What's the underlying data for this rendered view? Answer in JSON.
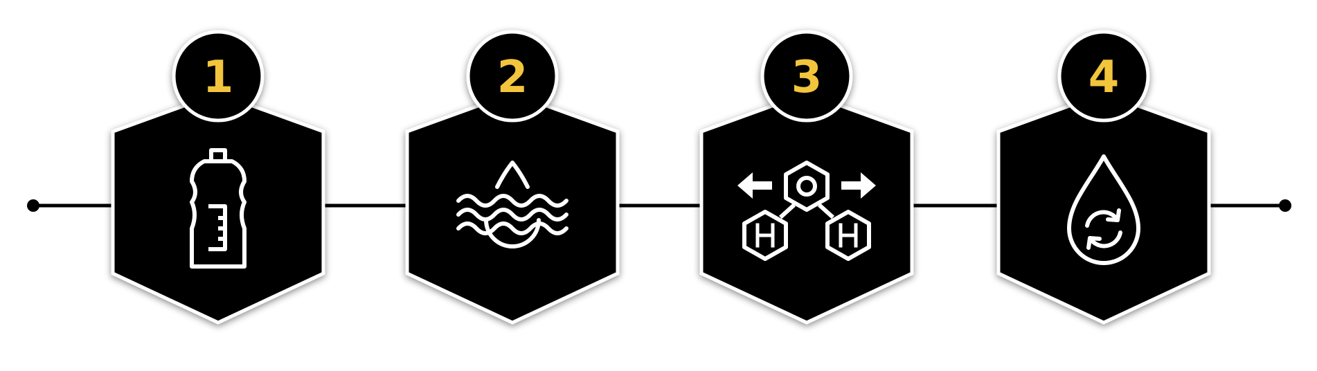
{
  "colors": {
    "background": "#ffffff",
    "shape_fill": "#000000",
    "outline": "#ffffff",
    "number_color": "#f2c53d",
    "icon_color": "#ffffff",
    "timeline_color": "#000000"
  },
  "steps": [
    {
      "number": "1",
      "icon": "plastic-bottle-icon"
    },
    {
      "number": "2",
      "icon": "water-waves-drop-icon"
    },
    {
      "number": "3",
      "icon": "h2o-molecule-icon"
    },
    {
      "number": "4",
      "icon": "drop-recycle-icon"
    }
  ]
}
